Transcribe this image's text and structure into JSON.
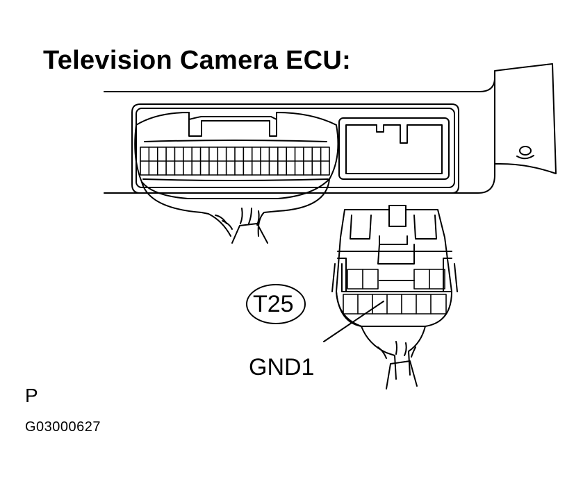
{
  "diagram": {
    "title": "Television Camera ECU:",
    "connector_label": "T25",
    "terminal_label": "GND1",
    "corner_mark": "P",
    "figure_id": "G03000627"
  }
}
